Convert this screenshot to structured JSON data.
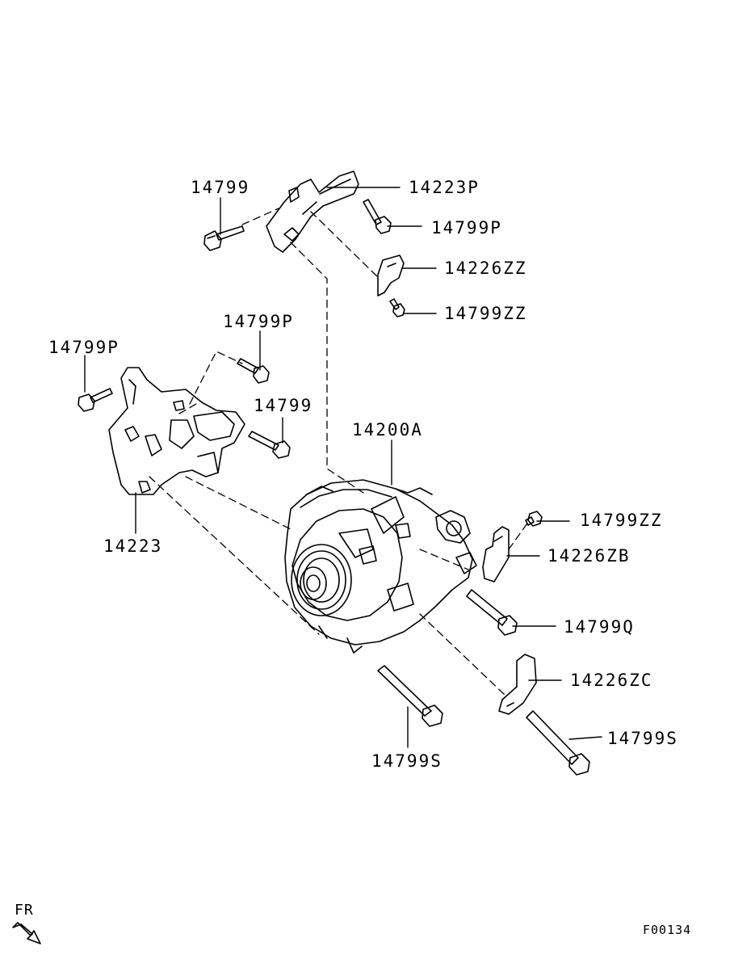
{
  "diagram": {
    "part_labels": {
      "l_14799_top": "14799",
      "l_14223P": "14223P",
      "l_14799P_top": "14799P",
      "l_14226ZZ": "14226ZZ",
      "l_14799ZZ_top": "14799ZZ",
      "l_14799P_mid": "14799P",
      "l_14799P_left": "14799P",
      "l_14799_mid": "14799",
      "l_14200A": "14200A",
      "l_14223": "14223",
      "l_14799ZZ_right": "14799ZZ",
      "l_14226ZB": "14226ZB",
      "l_14799Q": "14799Q",
      "l_14226ZC": "14226ZC",
      "l_14799S_right": "14799S",
      "l_14799S_bottom": "14799S"
    },
    "orientation_label": "FR",
    "figure_code": "F00134"
  }
}
